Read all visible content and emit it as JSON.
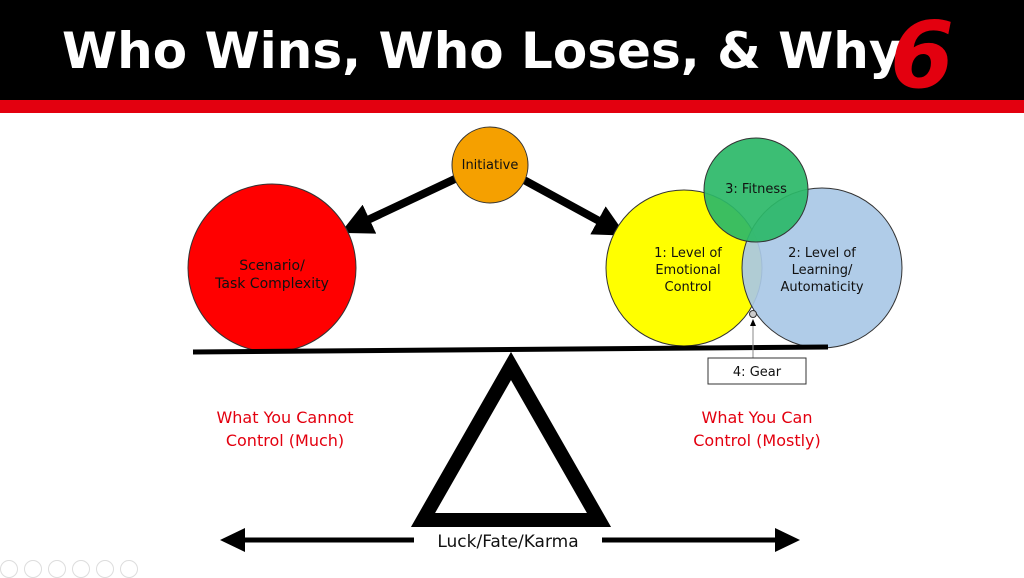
{
  "slide": {
    "title": "Who Wins, Who Loses, & Why",
    "number": "6",
    "nodes": {
      "initiative": "Initiative",
      "scenario": [
        "Scenario/",
        "Task Complexity"
      ],
      "emotional": [
        "1: Level of",
        "Emotional",
        "Control"
      ],
      "learning": [
        "2: Level of",
        "Learning/",
        "Automaticity"
      ],
      "fitness": "3: Fitness",
      "gear": "4: Gear"
    },
    "left_caption": [
      "What You Cannot",
      "Control (Much)"
    ],
    "right_caption": [
      "What You Can",
      "Control (Mostly)"
    ],
    "fulcrum_label": "Luck/Fate/Karma",
    "colors": {
      "red": "#e3000f",
      "orange": "#f5a000",
      "yellow": "#ffff00",
      "blue": "#a9c8e6",
      "green": "#2bb868"
    }
  }
}
